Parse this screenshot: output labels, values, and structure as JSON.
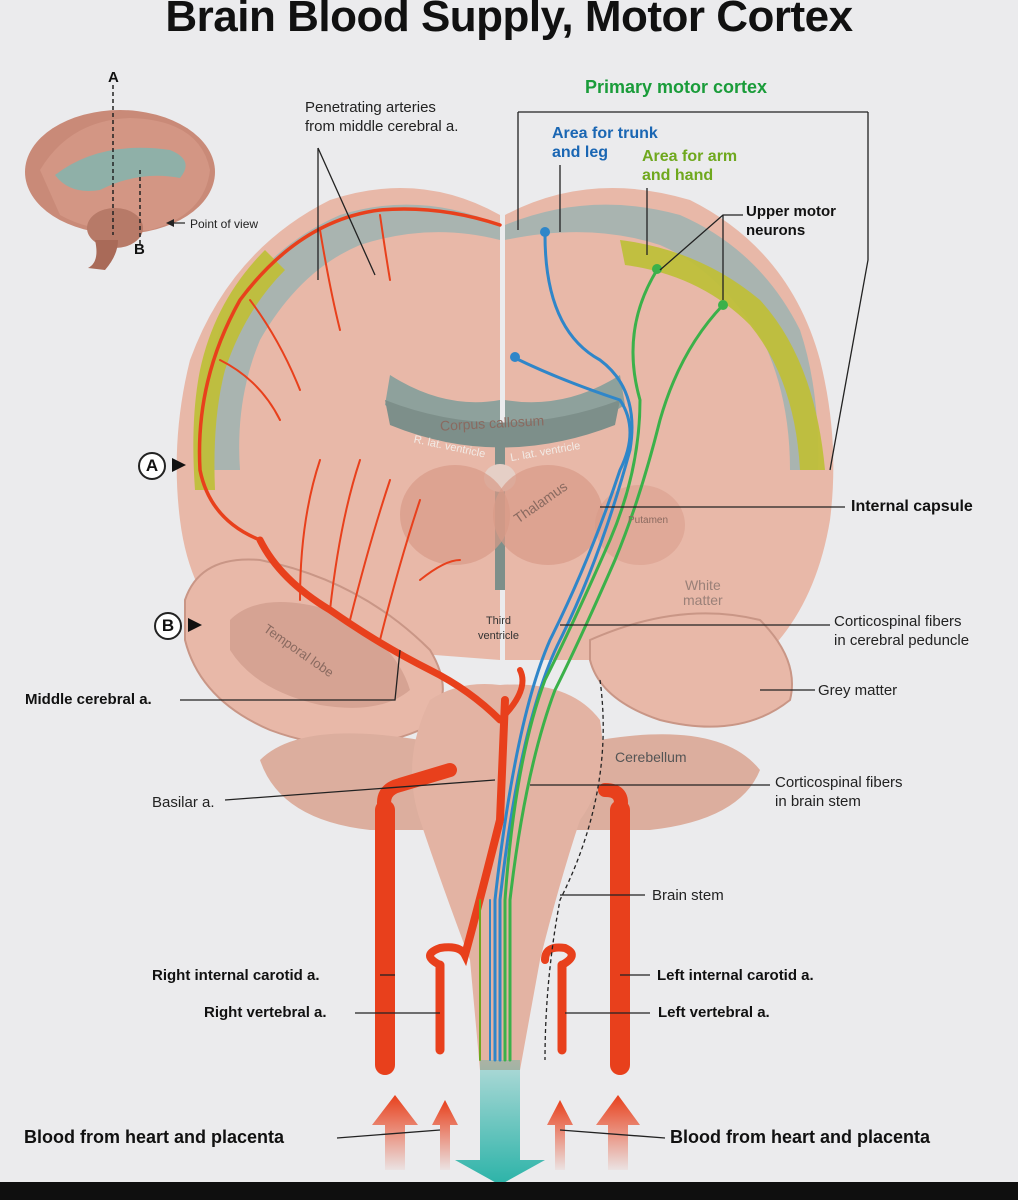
{
  "title": "Brain Blood Supply, Motor Cortex",
  "inset": {
    "label_a": "A",
    "label_b": "B",
    "point_of_view": "Point of view"
  },
  "markers": {
    "a": "A",
    "b": "B"
  },
  "labels": {
    "penetrating": "Penetrating arteries\nfrom middle cerebral a.",
    "primary_motor": "Primary motor cortex",
    "trunk_leg": "Area for trunk\nand leg",
    "arm_hand": "Area for arm\nand hand",
    "upper_motor": "Upper motor\nneurons",
    "internal_capsule": "Internal capsule",
    "cortico_peduncle": "Corticospinal fibers\nin cerebral peduncle",
    "grey_matter": "Grey matter",
    "middle_cerebral": "Middle cerebral a.",
    "basilar": "Basilar a.",
    "cortico_stem": "Corticospinal fibers\nin brain stem",
    "brain_stem": "Brain stem",
    "right_carotid": "Right internal carotid a.",
    "left_carotid": "Left internal carotid a.",
    "right_vertebral": "Right vertebral a.",
    "left_vertebral": "Left vertebral a.",
    "blood_left": "Blood from heart and placenta",
    "blood_right": "Blood from heart and placenta"
  },
  "inner": {
    "corpus": "Corpus callosum",
    "r_lat": "R. lat. ventricle",
    "l_lat": "L. lat. ventricle",
    "thalamus": "Thalamus",
    "putamen": "Putamen",
    "white_matter": "White\nmatter",
    "third_ventricle": "Third\nventricle",
    "temporal": "Temporal lobe",
    "cerebellum": "Cerebellum"
  },
  "colors": {
    "background": "#ebebed",
    "brain": "#e8b8a8",
    "grey_matter": "#a9b4b0",
    "motor_cortex": "#bfbf3a",
    "artery": "#e8401c",
    "blue_tract": "#2f86c9",
    "green_tract": "#3bb14a",
    "flow_arrow": "#2bb3a8"
  }
}
